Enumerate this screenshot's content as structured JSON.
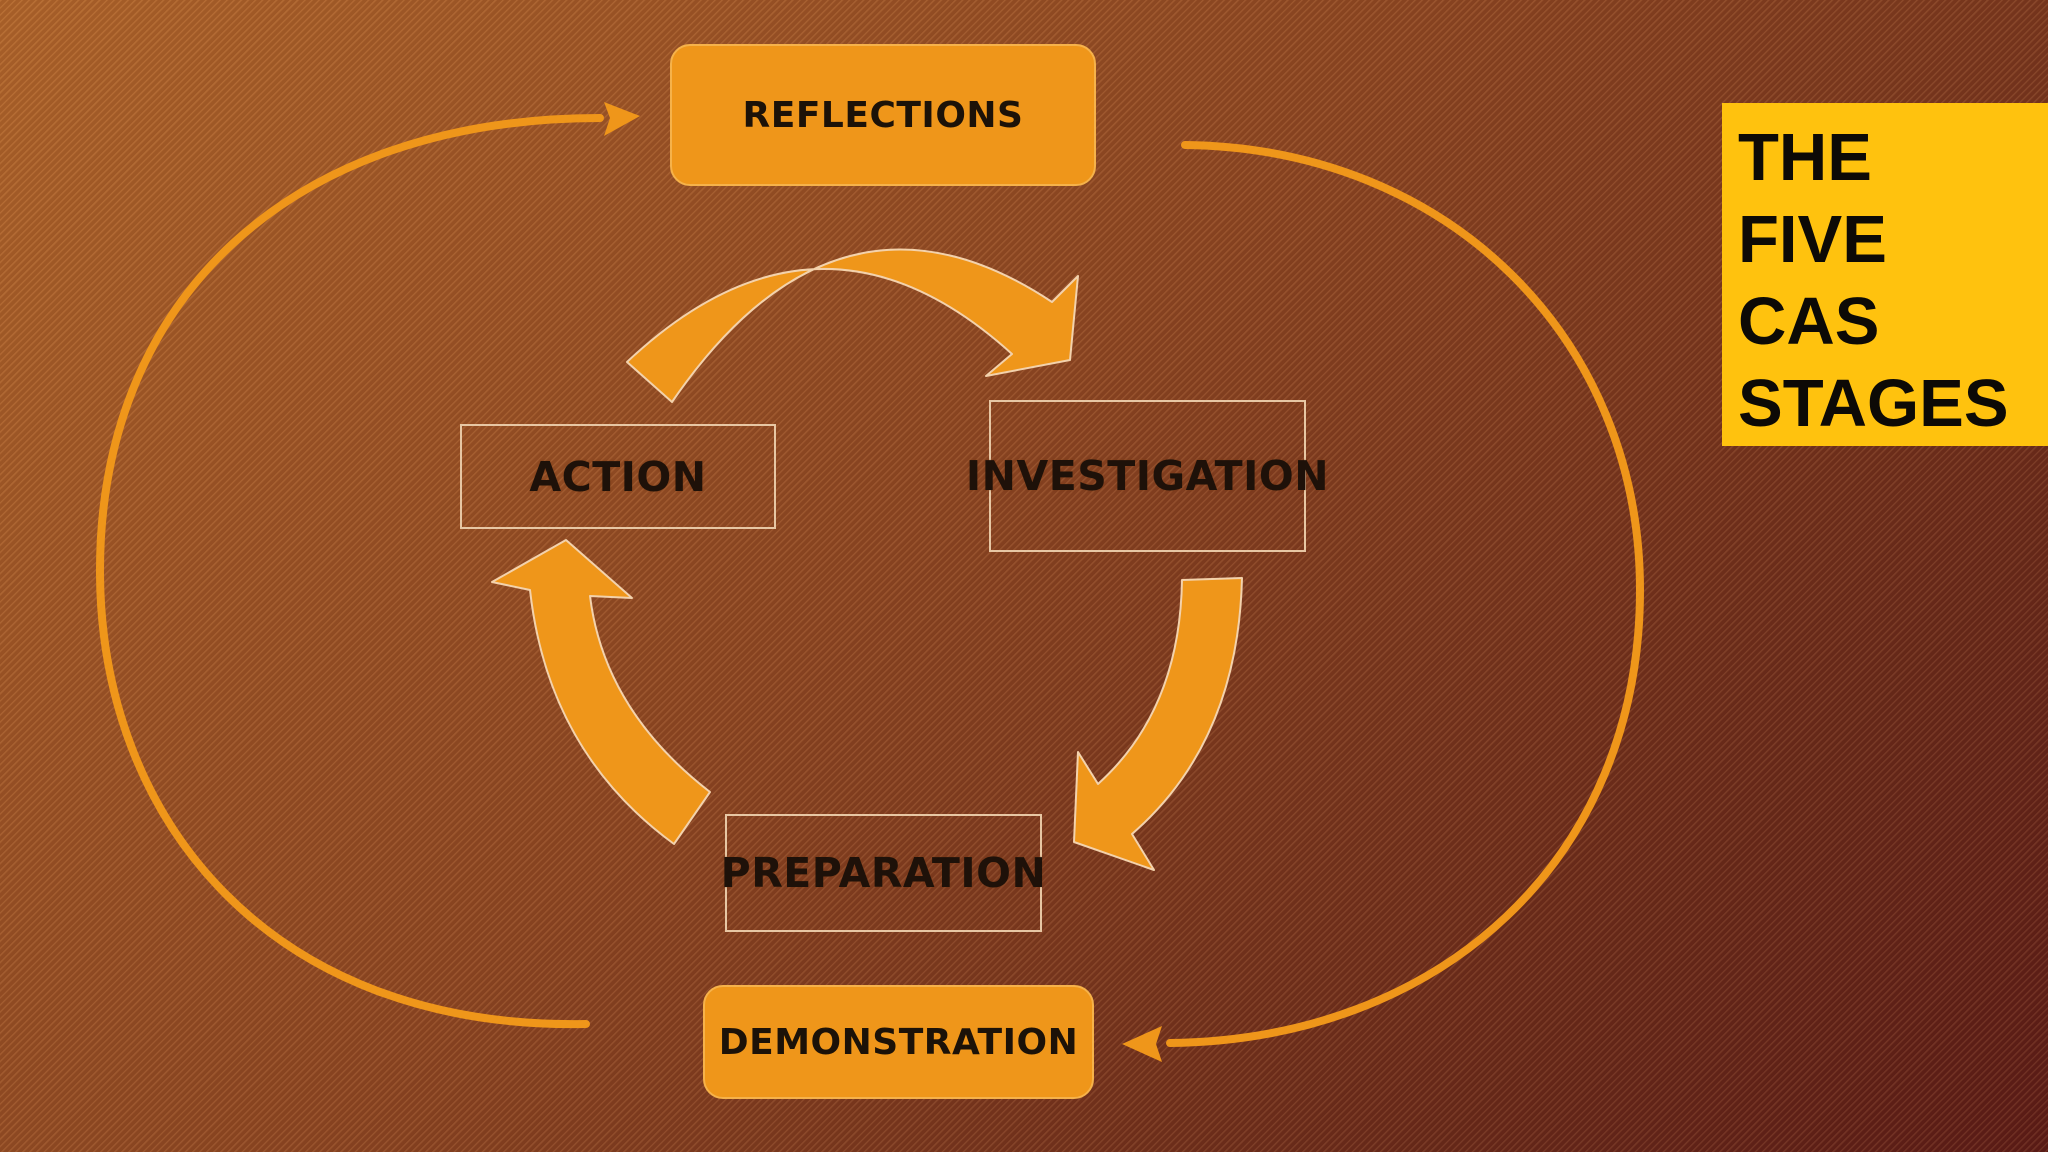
{
  "slide": {
    "title": "THE\nFIVE\nCAS\nSTAGES"
  },
  "outer_stages": {
    "top": "REFLECTIONS",
    "bottom": "DEMONSTRATION"
  },
  "inner_stages": {
    "left": "ACTION",
    "right": "INVESTIGATION",
    "bottom": "PREPARATION"
  },
  "colors": {
    "accent_orange": "#ef961a",
    "title_panel": "#ffc20e",
    "background_dark": "#6b2a1a",
    "background_light": "#b0642a"
  }
}
